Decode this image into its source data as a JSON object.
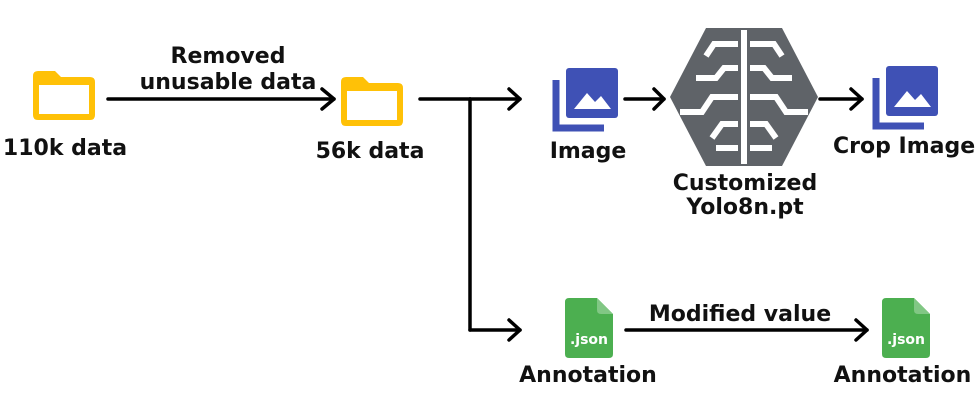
{
  "nodes": {
    "source": {
      "label": "110k data",
      "icon": "folder-icon",
      "color": "#FFC107"
    },
    "filtered": {
      "label": "56k data",
      "icon": "folder-icon",
      "color": "#FFC107"
    },
    "image": {
      "label": "Image",
      "icon": "image-gallery-icon",
      "color": "#3F51B5"
    },
    "model": {
      "label_line1": "Customized",
      "label_line2": "Yolo8n.pt",
      "icon": "brain-circuit-icon",
      "color": "#5F6368"
    },
    "crop": {
      "label": "Crop Image",
      "icon": "image-gallery-icon",
      "color": "#3F51B5"
    },
    "annotation_in": {
      "label": "Annotation",
      "icon": "json-file-icon",
      "badge": ".json",
      "color": "#4CAF50"
    },
    "annotation_out": {
      "label": "Annotation",
      "icon": "json-file-icon",
      "badge": ".json",
      "color": "#4CAF50"
    }
  },
  "edges": {
    "removed": {
      "line1": "Removed",
      "line2": "unusable data"
    },
    "modified": {
      "label": "Modified value"
    }
  },
  "colors": {
    "arrow": "#000000",
    "text": "#111111"
  }
}
